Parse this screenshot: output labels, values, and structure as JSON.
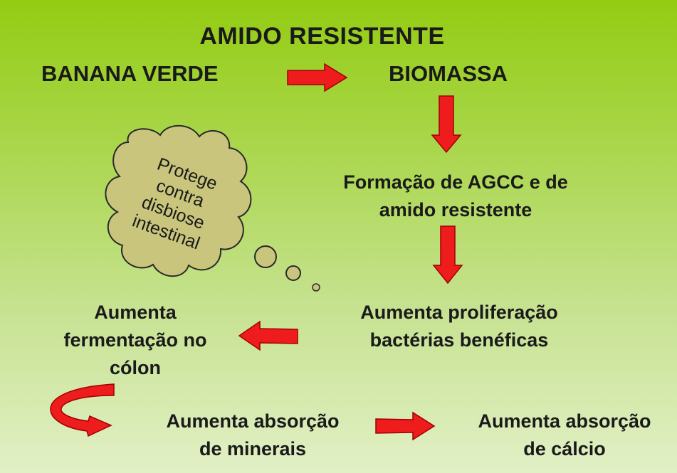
{
  "title": "AMIDO RESISTENTE",
  "nodes": {
    "banana_verde": "BANANA VERDE",
    "biomassa": "BIOMASSA",
    "formacao": [
      "Formação de AGCC e de",
      "amido resistente"
    ],
    "proliferacao": [
      "Aumenta proliferação",
      "bactérias benéficas"
    ],
    "fermentacao": [
      "Aumenta",
      "fermentação no",
      "cólon"
    ],
    "minerais": [
      "Aumenta absorção",
      "de minerais"
    ],
    "calcio": [
      "Aumenta absorção",
      "de cálcio"
    ]
  },
  "cloud": {
    "lines": [
      "Protege",
      "contra",
      "disbiose",
      "intestinal"
    ]
  },
  "colors": {
    "arrow_fill": "#ee1c1c",
    "arrow_stroke": "#a00000",
    "cloud_fill": "#c9c57c",
    "cloud_stroke": "#2a2a2a"
  }
}
